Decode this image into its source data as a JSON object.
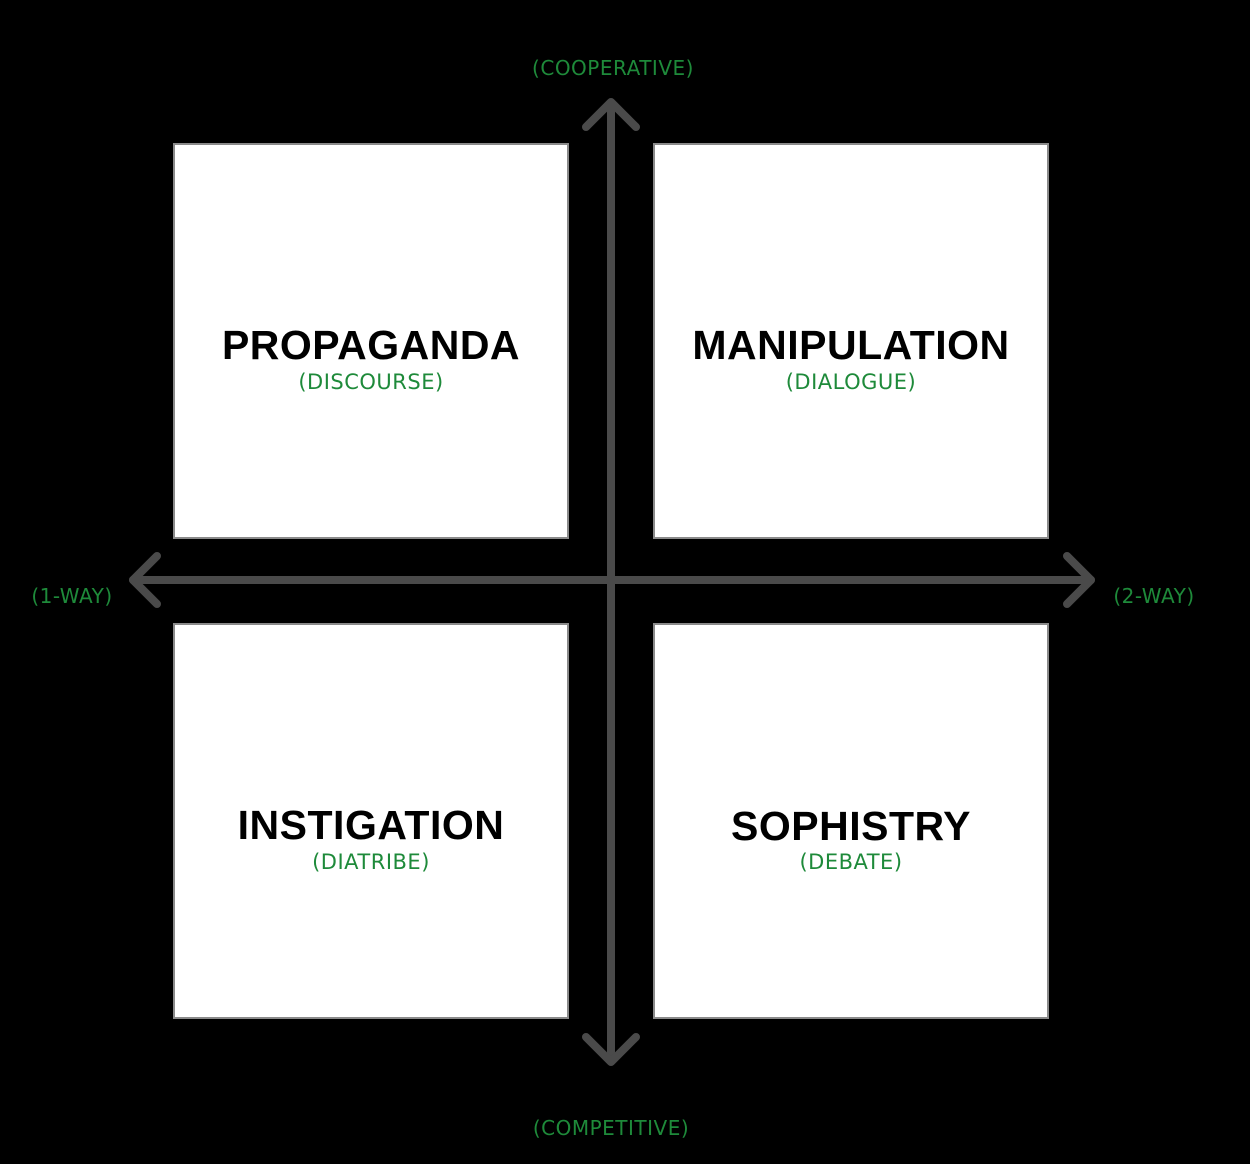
{
  "colors": {
    "background": "#000000",
    "box_fill": "#ffffff",
    "box_border": "#8a8a8a",
    "axis": "#4a4a4a",
    "label_green": "#1e8a3a",
    "title": "#000000"
  },
  "axes": {
    "top": "(COOPERATIVE)",
    "bottom": "(COMPETITIVE)",
    "left": "(1-WAY)",
    "right": "(2-WAY)"
  },
  "quadrants": {
    "top_left": {
      "title": "PROPAGANDA",
      "subtitle": "(DISCOURSE)"
    },
    "top_right": {
      "title": "MANIPULATION",
      "subtitle": "(DIALOGUE)"
    },
    "bottom_left": {
      "title": "INSTIGATION",
      "subtitle": "(DIATRIBE)"
    },
    "bottom_right": {
      "title": "SOPHISTRY",
      "subtitle": "(DEBATE)"
    }
  }
}
